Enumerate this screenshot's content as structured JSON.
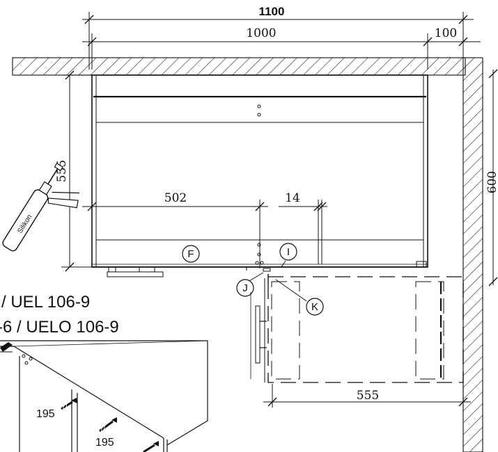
{
  "dimensions": {
    "total_width": "1100",
    "cabinet_width": "1000",
    "side_gap": "100",
    "cabinet_height": "555",
    "wall_height": "600",
    "inner_offset": "502",
    "small_gap": "14",
    "door_depth": "555"
  },
  "callouts": {
    "f": "F",
    "i": "I",
    "j": "J",
    "k": "K"
  },
  "models": {
    "line1": "/ UEL 106-9",
    "line2": "-6 / UELO 106-9"
  },
  "screws": {
    "first": "195",
    "second": "195"
  },
  "tool": {
    "label": "Silikon"
  }
}
